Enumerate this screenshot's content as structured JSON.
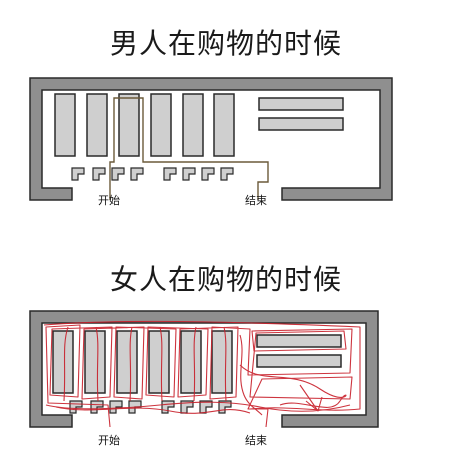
{
  "top_panel": {
    "title": "男人在购物的时候",
    "start_label": "开始",
    "end_label": "结束"
  },
  "bottom_panel": {
    "title": "女人在购物的时候",
    "start_label": "开始",
    "end_label": "结束"
  },
  "colors": {
    "wall": "#8f8f8f",
    "wall_stroke": "#2a2a2a",
    "shelf": "#cfcfcf",
    "path_man": "#6b5a3a",
    "path_woman": "#c81f2a"
  }
}
